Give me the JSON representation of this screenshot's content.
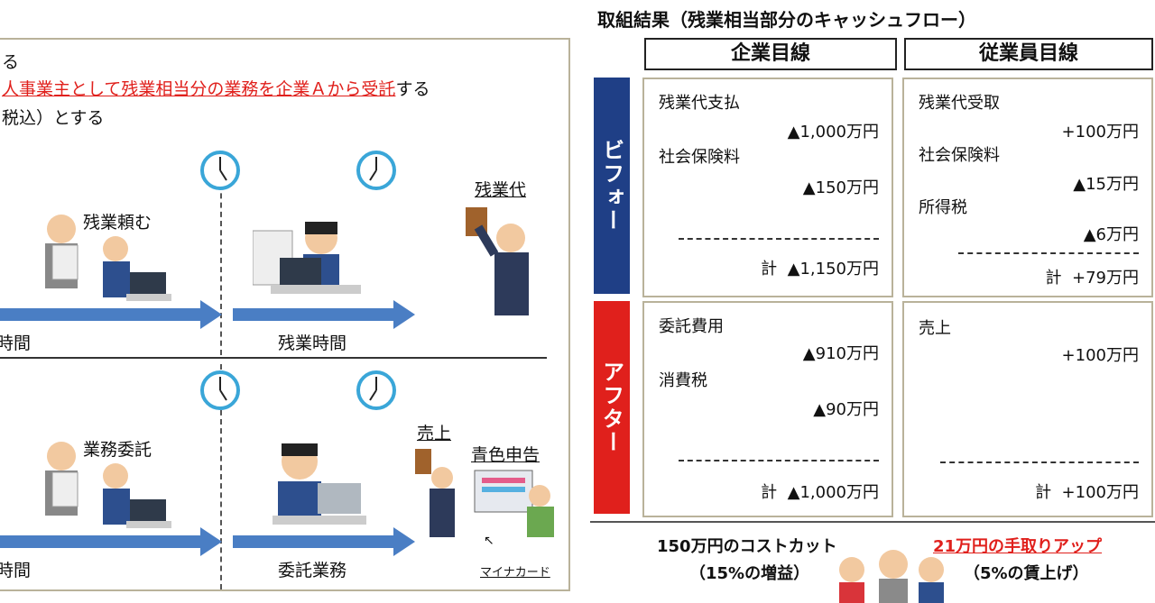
{
  "title": "取組結果（残業相当部分のキャッシュフロー）",
  "headers": {
    "company": "企業目線",
    "employee": "従業員目線"
  },
  "bands": {
    "before": "ビフォー",
    "after": "アフター"
  },
  "colors": {
    "before": "#1f3f86",
    "after": "#e0201c",
    "arrow": "#4a7ec4",
    "accent_red": "#e0201c"
  },
  "left": {
    "line1": "る",
    "line2_red": "人事業主として残業相当分の業務を企業Ａから受託",
    "line2_tail": "する",
    "line3": "税込）とする",
    "scene1": {
      "speech": "残業頼む",
      "label_left": "時間",
      "label_mid": "残業時間",
      "label_right": "残業代"
    },
    "scene2": {
      "speech": "業務委託",
      "label_left": "時間",
      "label_mid": "委託業務",
      "label_right": "売上",
      "label_blue": "青色申告",
      "card": "マイナカード"
    }
  },
  "before": {
    "company": {
      "item1": "残業代支払",
      "val1": "▲1,000万円",
      "item2": "社会保険料",
      "val2": "▲150万円",
      "total_label": "計",
      "total": "▲1,150万円"
    },
    "employee": {
      "item1": "残業代受取",
      "val1": "+100万円",
      "item2": "社会保険料",
      "val2": "▲15万円",
      "item3": "所得税",
      "val3": "▲6万円",
      "total_label": "計",
      "total": "+79万円"
    }
  },
  "after": {
    "company": {
      "item1": "委託費用",
      "val1": "▲910万円",
      "item2": "消費税",
      "val2": "▲90万円",
      "total_label": "計",
      "total": "▲1,000万円"
    },
    "employee": {
      "item1": "売上",
      "val1": "+100万円",
      "total_label": "計",
      "total": "+100万円"
    }
  },
  "footer": {
    "cost_cut": "150万円のコストカット",
    "cost_cut_sub": "（15%の増益）",
    "takehome": "21万円の手取りアップ",
    "takehome_sub": "（5%の賃上げ）"
  }
}
